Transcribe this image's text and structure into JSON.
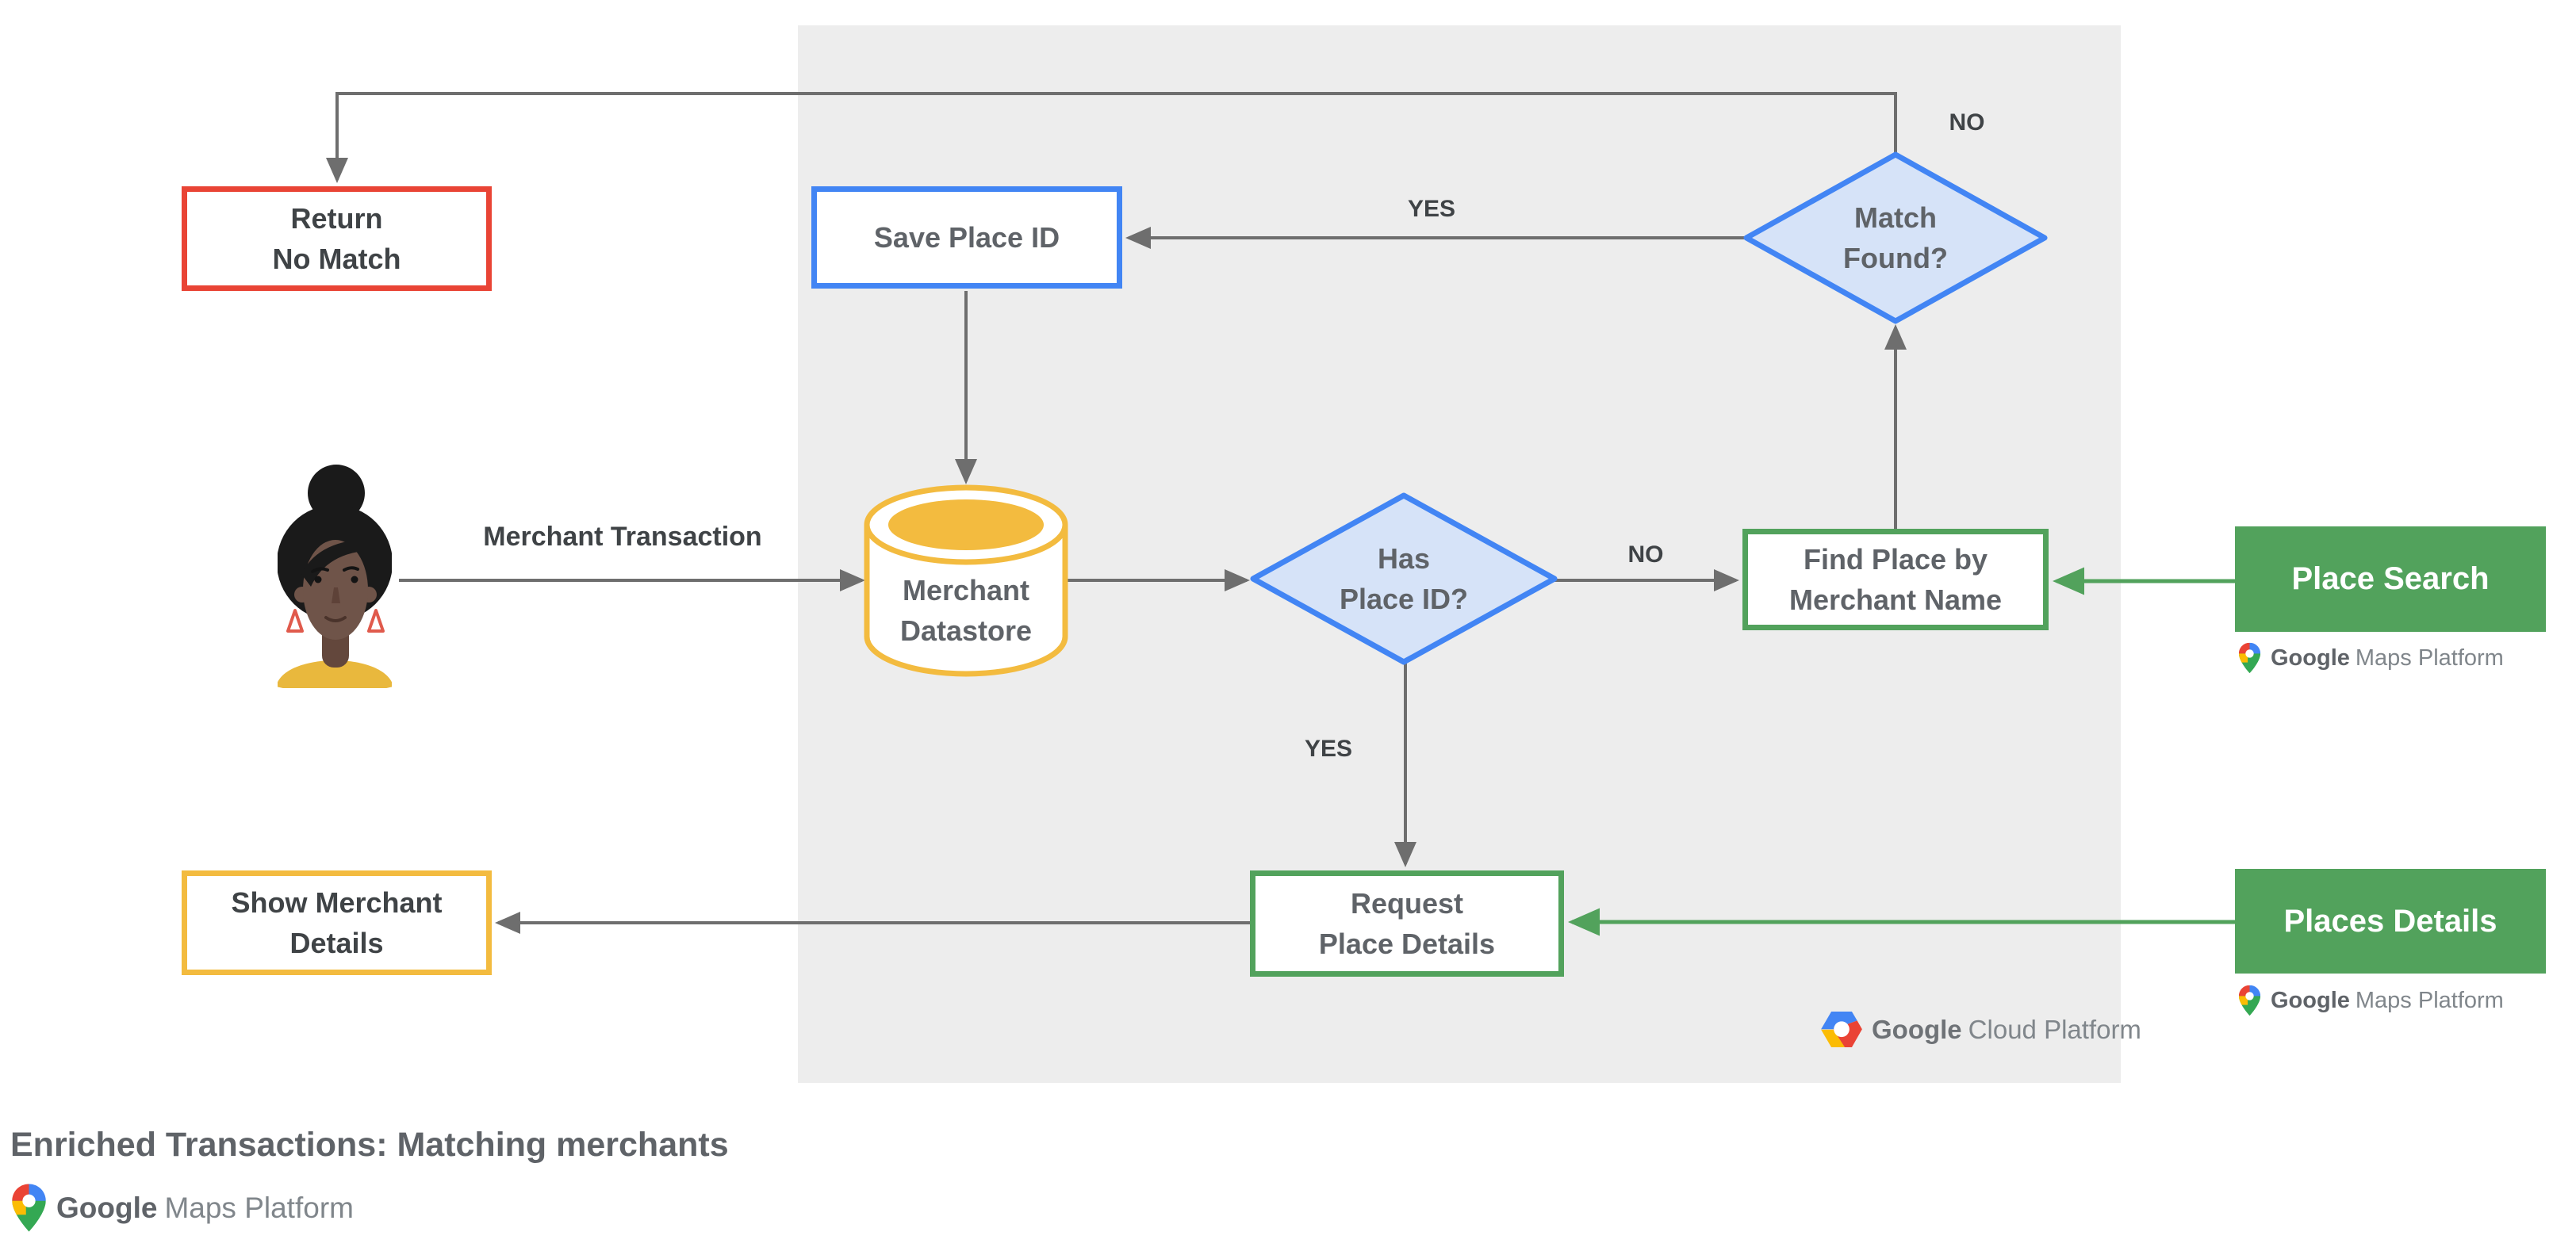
{
  "title": "Enriched Transactions: Matching merchants",
  "nodes": {
    "return_no_match": {
      "label": "Return\nNo Match"
    },
    "save_place_id": {
      "label": "Save Place ID"
    },
    "match_found": {
      "label": "Match\nFound?"
    },
    "merchant_datastore": {
      "label": "Merchant\nDatastore"
    },
    "has_place_id": {
      "label": "Has\nPlace ID?"
    },
    "find_place_by_name": {
      "label": "Find Place by\nMerchant Name"
    },
    "request_place_details": {
      "label": "Request\nPlace Details"
    },
    "show_merchant_details": {
      "label": "Show Merchant\nDetails"
    },
    "place_search": {
      "label": "Place Search"
    },
    "places_details": {
      "label": "Places Details"
    }
  },
  "edge_labels": {
    "merchant_transaction": "Merchant Transaction",
    "match_found_no": "NO",
    "match_found_yes": "YES",
    "has_place_id_no": "NO",
    "has_place_id_yes": "YES"
  },
  "branding": {
    "maps_platform_google": "Google",
    "maps_platform_rest": "Maps Platform",
    "cloud_platform_google": "Google",
    "cloud_platform_rest": "Cloud Platform"
  },
  "colors": {
    "red_border": "#E94435",
    "blue_border": "#4285F4",
    "diamond_fill": "#D6E3F8",
    "yellow_border": "#F3BB3F",
    "green": "#52A25C",
    "wire_gray": "#6E6E6E",
    "panel_gray": "#EDEDED",
    "logo_red": "#EA4335",
    "logo_blue": "#4285F4",
    "logo_yellow": "#FBBC04",
    "logo_green": "#34A853"
  }
}
